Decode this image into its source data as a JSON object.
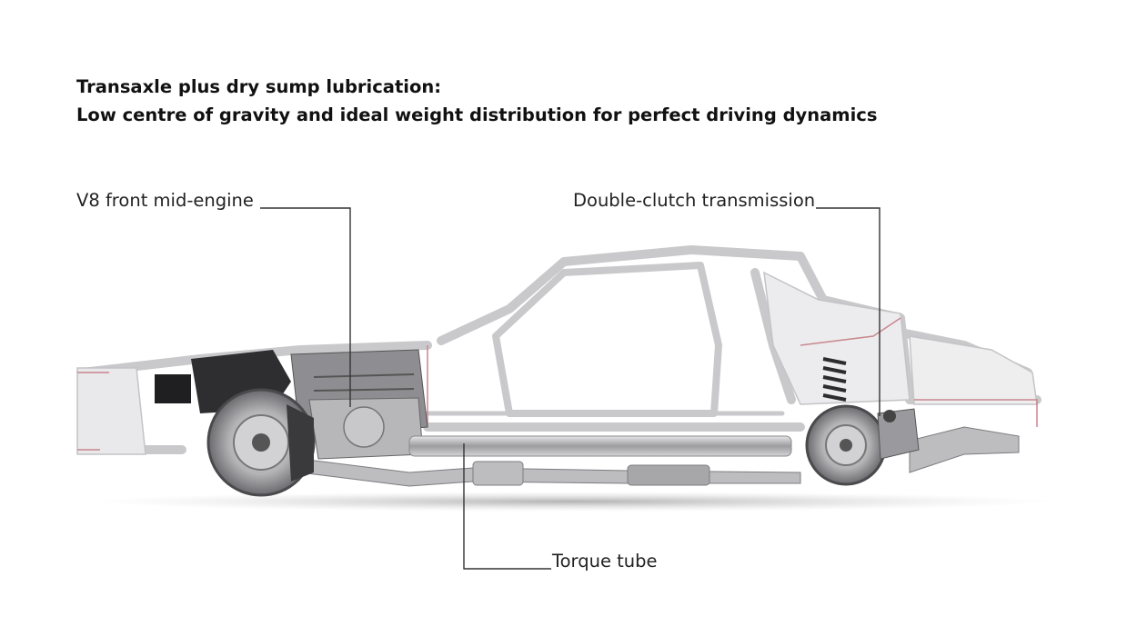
{
  "heading": {
    "line1": "Transaxle plus dry sump lubrication:",
    "line2": "Low centre of gravity and ideal weight distribution for perfect driving dynamics"
  },
  "callouts": {
    "engine": "V8 front mid-engine",
    "transmission": "Double-clutch transmission",
    "torque_tube": "Torque tube"
  },
  "colors": {
    "frame": "#cfcfd2",
    "frame_dark": "#a9a9ad",
    "engine": "#3a3a3c",
    "accent": "#c9868e",
    "leader": "#333333"
  }
}
